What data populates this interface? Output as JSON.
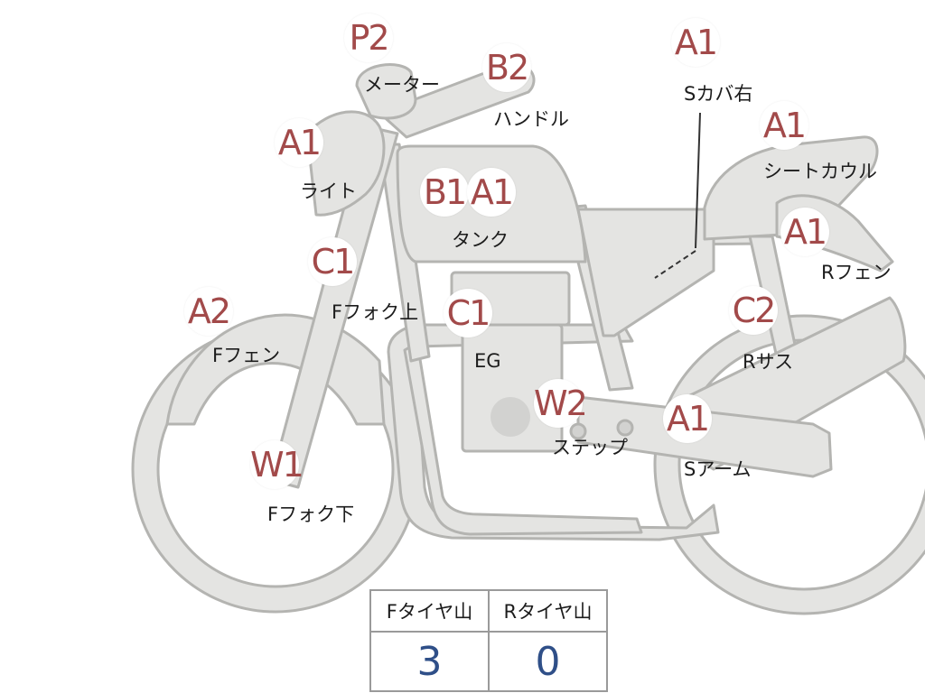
{
  "parts": {
    "meter": {
      "grade": "P2",
      "label": "メーター"
    },
    "handle": {
      "grade": "B2",
      "label": "ハンドル"
    },
    "side_cover": {
      "grade": "A1",
      "label": "Sカバ右"
    },
    "light": {
      "grade": "A1",
      "label": "ライト"
    },
    "seat_cowl": {
      "grade": "A1",
      "label": "シートカウル"
    },
    "tank": {
      "grades": [
        "B1",
        "A1"
      ],
      "label": "タンク"
    },
    "rear_fender": {
      "grade": "A1",
      "label": "Rフェン"
    },
    "fork_upper": {
      "grade": "C1",
      "label": "Fフォク上"
    },
    "engine": {
      "grade": "C1",
      "label": "EG"
    },
    "rear_susp": {
      "grade": "C2",
      "label": "Rサス"
    },
    "front_fender": {
      "grade": "A2",
      "label": "Fフェン"
    },
    "step": {
      "grade": "W2",
      "label": "ステップ"
    },
    "swing_arm": {
      "grade": "A1",
      "label": "Sアーム"
    },
    "fork_lower": {
      "grade": "W1",
      "label": "Fフォク下"
    }
  },
  "tread_table": {
    "headers": [
      "Fタイヤ山",
      "Rタイヤ山"
    ],
    "values": [
      "3",
      "0"
    ]
  },
  "colors": {
    "grade_text": "#a24a4a",
    "value_text": "#2f4f88",
    "part_fill": "#e4e4e2",
    "part_stroke": "#b4b4b1"
  }
}
